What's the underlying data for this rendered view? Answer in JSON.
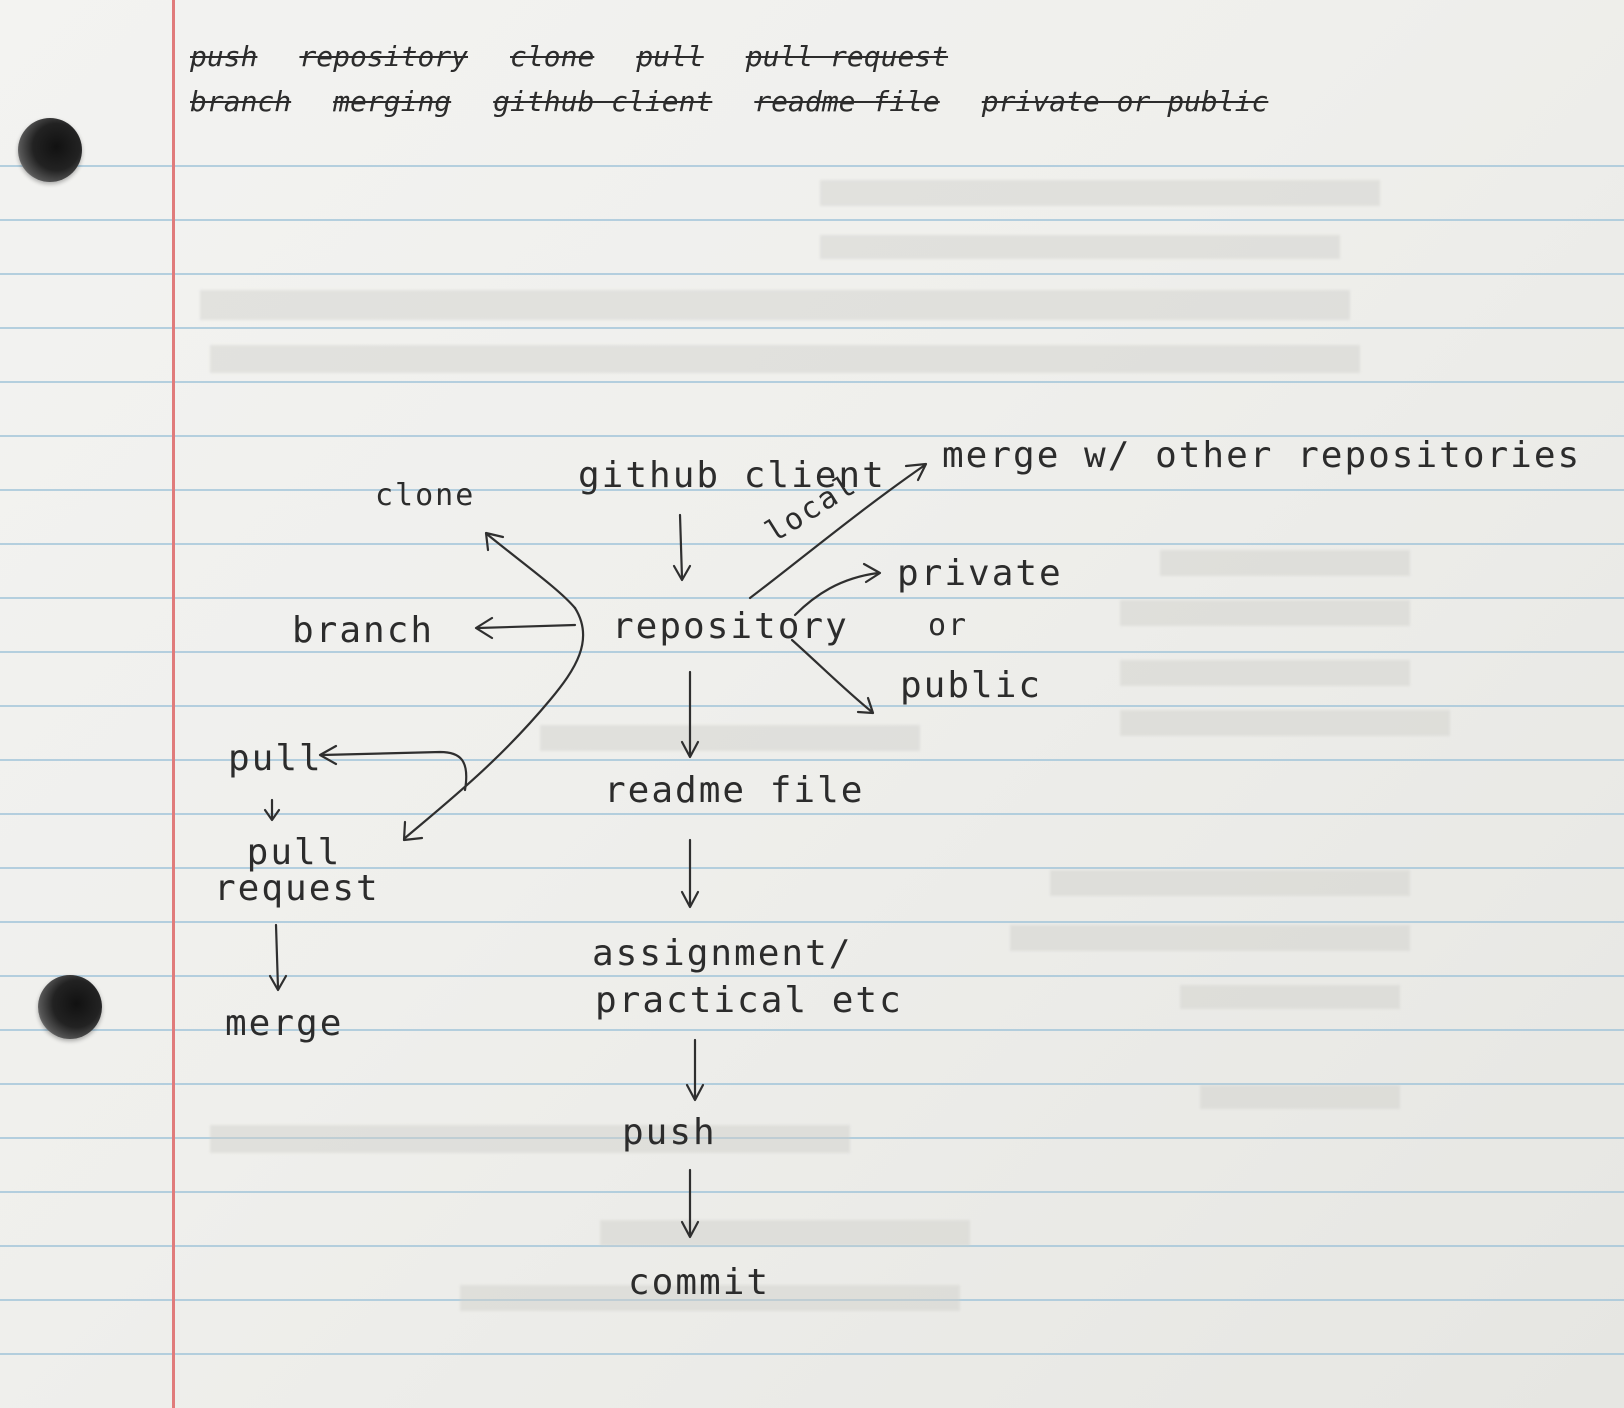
{
  "top_terms": [
    "push",
    "repository",
    "clone",
    "pull",
    "pull request",
    "branch",
    "merging",
    "github client",
    "readme file",
    "private or public"
  ],
  "diagram": {
    "center": "repository",
    "nodes": {
      "github_client": "github client",
      "clone": "clone",
      "branch": "branch",
      "pull": "pull",
      "pull_request": "pull request",
      "merge_left": "merge",
      "merge_other": "merge w/ other repositories",
      "local": "local",
      "private": "private",
      "or": "or",
      "public": "public",
      "readme": "readme file",
      "assignment": "assignment/",
      "practical": "practical etc",
      "push": "push",
      "commit": "commit"
    }
  }
}
